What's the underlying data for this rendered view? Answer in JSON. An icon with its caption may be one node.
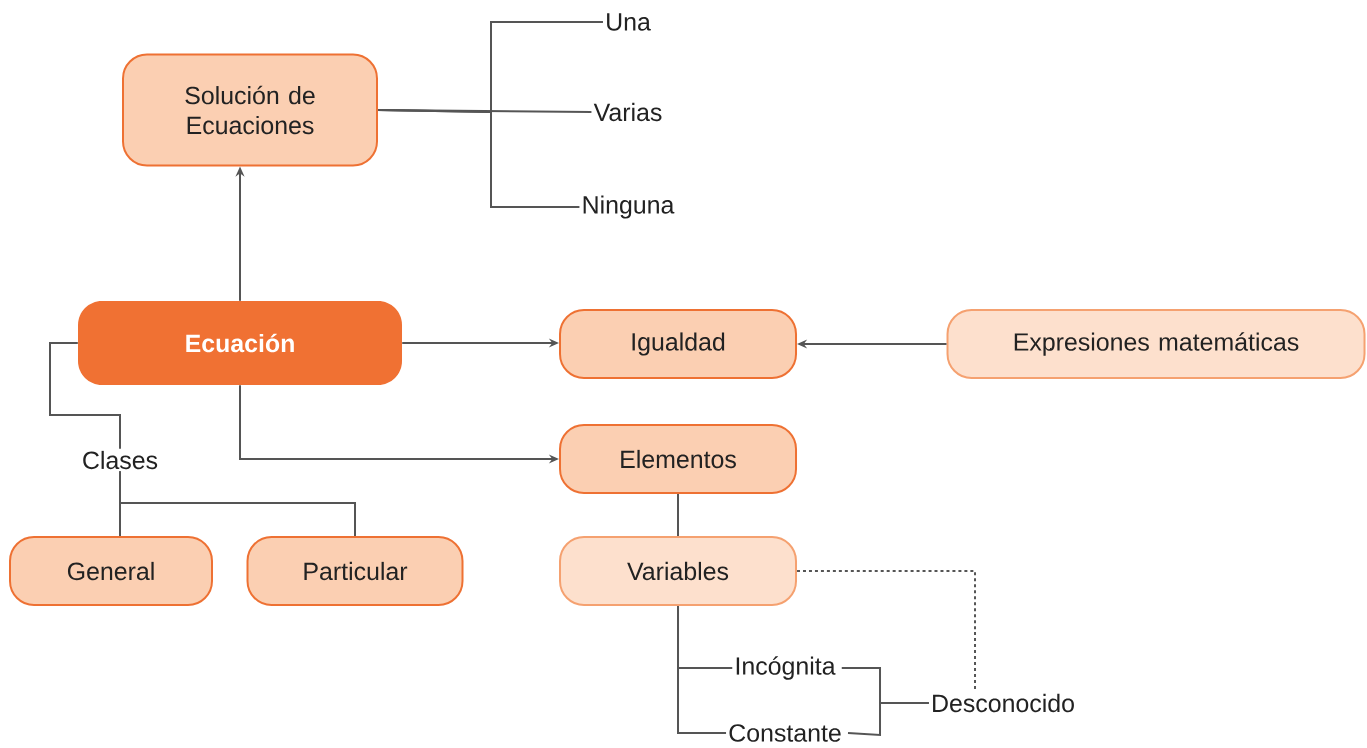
{
  "diagram": {
    "nodes": [
      {
        "text": [
          "Solución de Ecuaciones"
        ]
      },
      {
        "text": [
          "Una"
        ]
      },
      {
        "text": [
          "Varias"
        ]
      },
      {
        "text": [
          "Ninguna"
        ]
      },
      {
        "text": [
          "Ecuación"
        ]
      },
      {
        "text": [
          "Igualdad"
        ]
      },
      {
        "text": [
          "Expresiones matemáticas"
        ]
      },
      {
        "text": [
          "Clases"
        ]
      },
      {
        "text": [
          "Elementos"
        ]
      },
      {
        "text": [
          "General"
        ]
      },
      {
        "text": [
          "Particular"
        ]
      },
      {
        "text": [
          "Variables"
        ]
      },
      {
        "text": [
          "Incógnita"
        ]
      },
      {
        "text": [
          "Constante"
        ]
      },
      {
        "text": [
          "Desconocido"
        ]
      }
    ],
    "edges": [
      {
        "from": 0,
        "to": 1,
        "arrow": "none"
      },
      {
        "from": 0,
        "to": 2,
        "arrow": "none"
      },
      {
        "from": 0,
        "to": 3,
        "arrow": "none"
      },
      {
        "from": 4,
        "to": 0,
        "arrow": "to"
      },
      {
        "from": 4,
        "to": 5,
        "arrow": "to"
      },
      {
        "from": 6,
        "to": 5,
        "arrow": "to"
      },
      {
        "from": 4,
        "to": 7,
        "arrow": "none"
      },
      {
        "from": 7,
        "to": 9,
        "arrow": "none"
      },
      {
        "from": 7,
        "to": 10,
        "arrow": "none"
      },
      {
        "from": 4,
        "to": 8,
        "arrow": "to"
      },
      {
        "from": 8,
        "to": 11,
        "arrow": "none"
      },
      {
        "from": 11,
        "to": 12,
        "arrow": "none"
      },
      {
        "from": 11,
        "to": 13,
        "arrow": "none"
      },
      {
        "from": 12,
        "to": 14,
        "arrow": "none"
      },
      {
        "from": 13,
        "to": 14,
        "arrow": "none"
      },
      {
        "from": 11,
        "to": 14,
        "arrow": "none",
        "style": "dashed"
      }
    ]
  }
}
